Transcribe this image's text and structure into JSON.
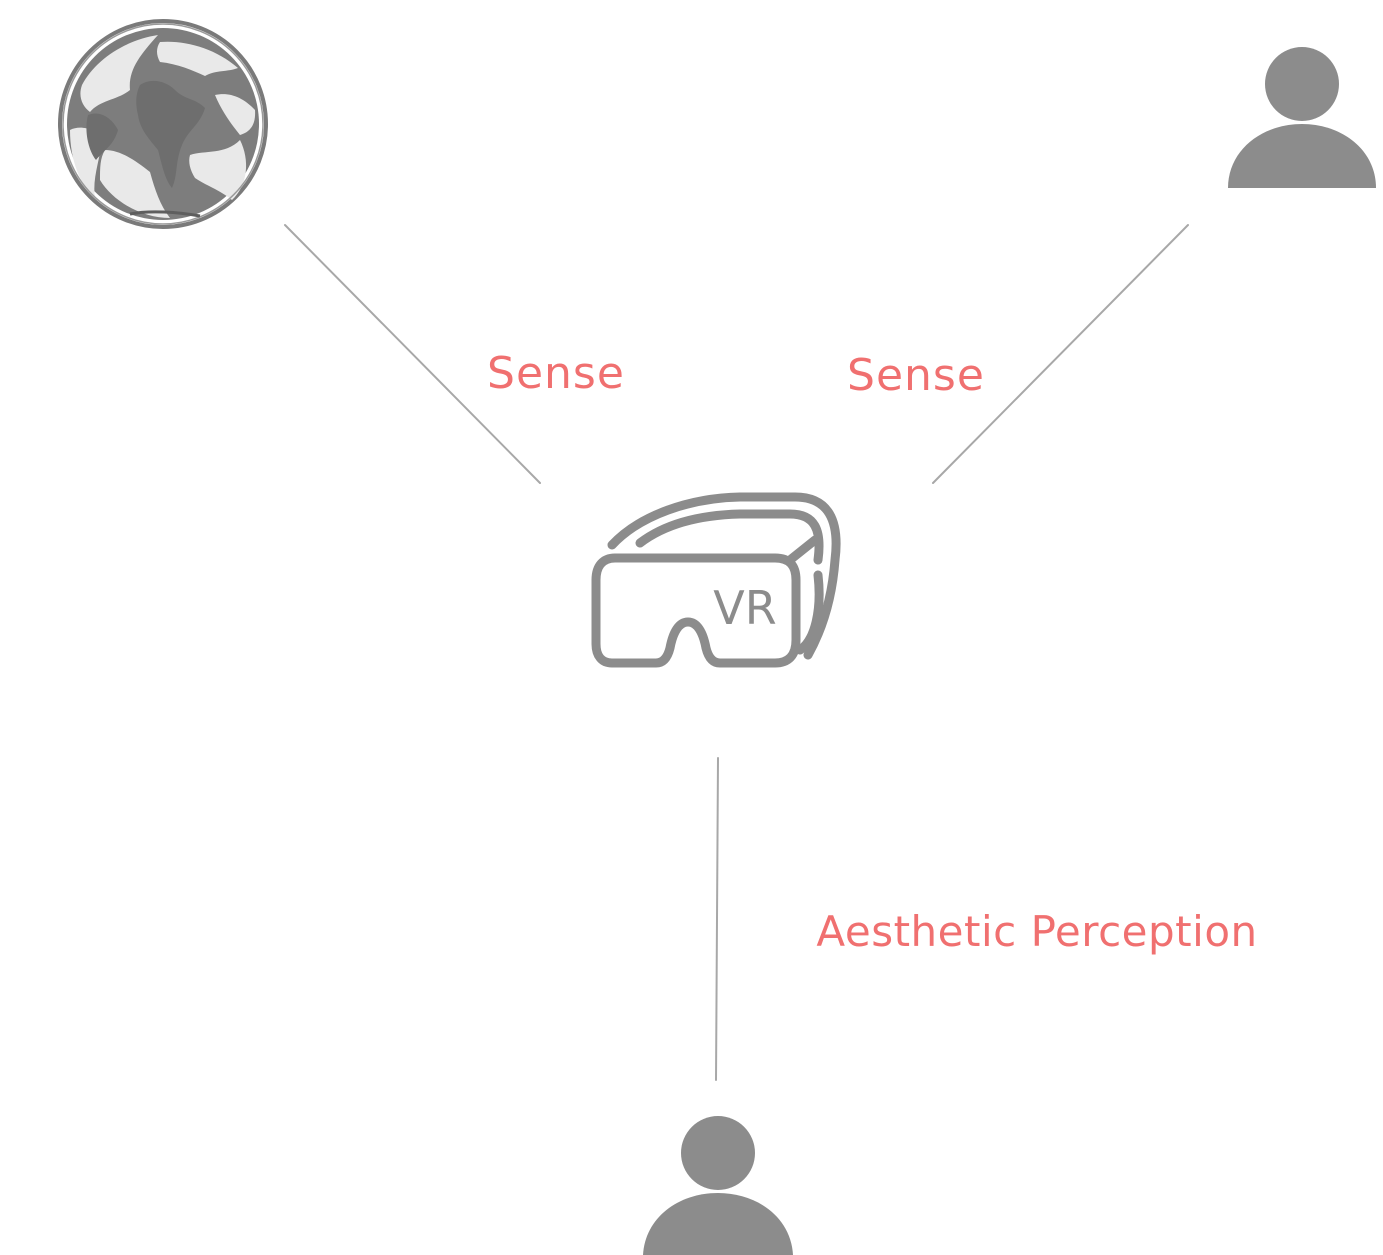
{
  "colors": {
    "background": "#ffffff",
    "icon": "#8c8c8c",
    "connector": "#a8a8a8",
    "label": "#f07070",
    "globe_outline": "#7a7a7a"
  },
  "nodes": {
    "world": {
      "icon": "globe-icon"
    },
    "person_right": {
      "icon": "person-icon"
    },
    "vr_headset": {
      "icon": "vr-headset-icon",
      "badge_text": "VR"
    },
    "person_bottom": {
      "icon": "person-icon"
    }
  },
  "edges": {
    "world_to_vr": {
      "label": "Sense"
    },
    "person_to_vr": {
      "label": "Sense"
    },
    "vr_to_person_bottom": {
      "label": "Aesthetic Perception"
    }
  }
}
